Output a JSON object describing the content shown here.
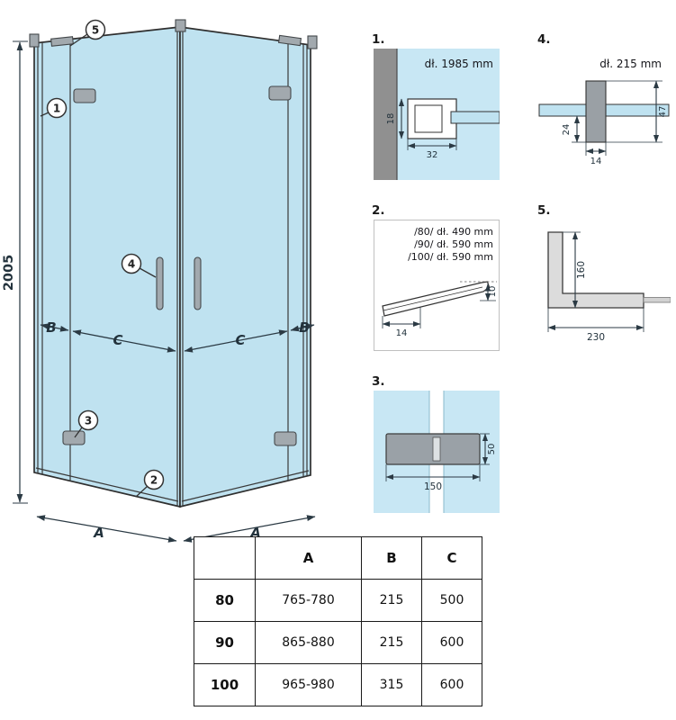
{
  "colors": {
    "glass": "#bfe2f0",
    "glass_light": "#c8e7f4",
    "wall": "#909090",
    "hardware": "#a2a9ae",
    "line": "#333333",
    "dimension": "#2b3a44"
  },
  "main": {
    "height": "2005",
    "dims": {
      "b_left": "B",
      "c_left": "C",
      "c_right": "C",
      "b_right": "B",
      "a_left": "A",
      "a_right": "A"
    },
    "callouts": {
      "n1": "1",
      "n2": "2",
      "n3": "3",
      "n4": "4",
      "n5": "5"
    }
  },
  "details": {
    "d1": {
      "num": "1.",
      "title": "dł. 1985 mm",
      "dim_h": "18",
      "dim_w": "32"
    },
    "d2": {
      "num": "2.",
      "line1": "/80/ dł. 490 mm",
      "line2": "/90/ dł. 590 mm",
      "line3": "/100/ dł. 590 mm",
      "dim_w": "14",
      "dim_h": "10"
    },
    "d3": {
      "num": "3.",
      "dim_w": "150",
      "dim_h": "50"
    },
    "d4": {
      "num": "4.",
      "title": "dł. 215 mm",
      "dim_a": "24",
      "dim_b": "47",
      "dim_c": "14"
    },
    "d5": {
      "num": "5.",
      "dim_h": "160",
      "dim_w": "230"
    }
  },
  "table": {
    "headers": [
      "",
      "A",
      "B",
      "C"
    ],
    "rows": [
      {
        "size": "80",
        "a": "765-780",
        "b": "215",
        "c": "500"
      },
      {
        "size": "90",
        "a": "865-880",
        "b": "215",
        "c": "600"
      },
      {
        "size": "100",
        "a": "965-980",
        "b": "315",
        "c": "600"
      }
    ]
  }
}
